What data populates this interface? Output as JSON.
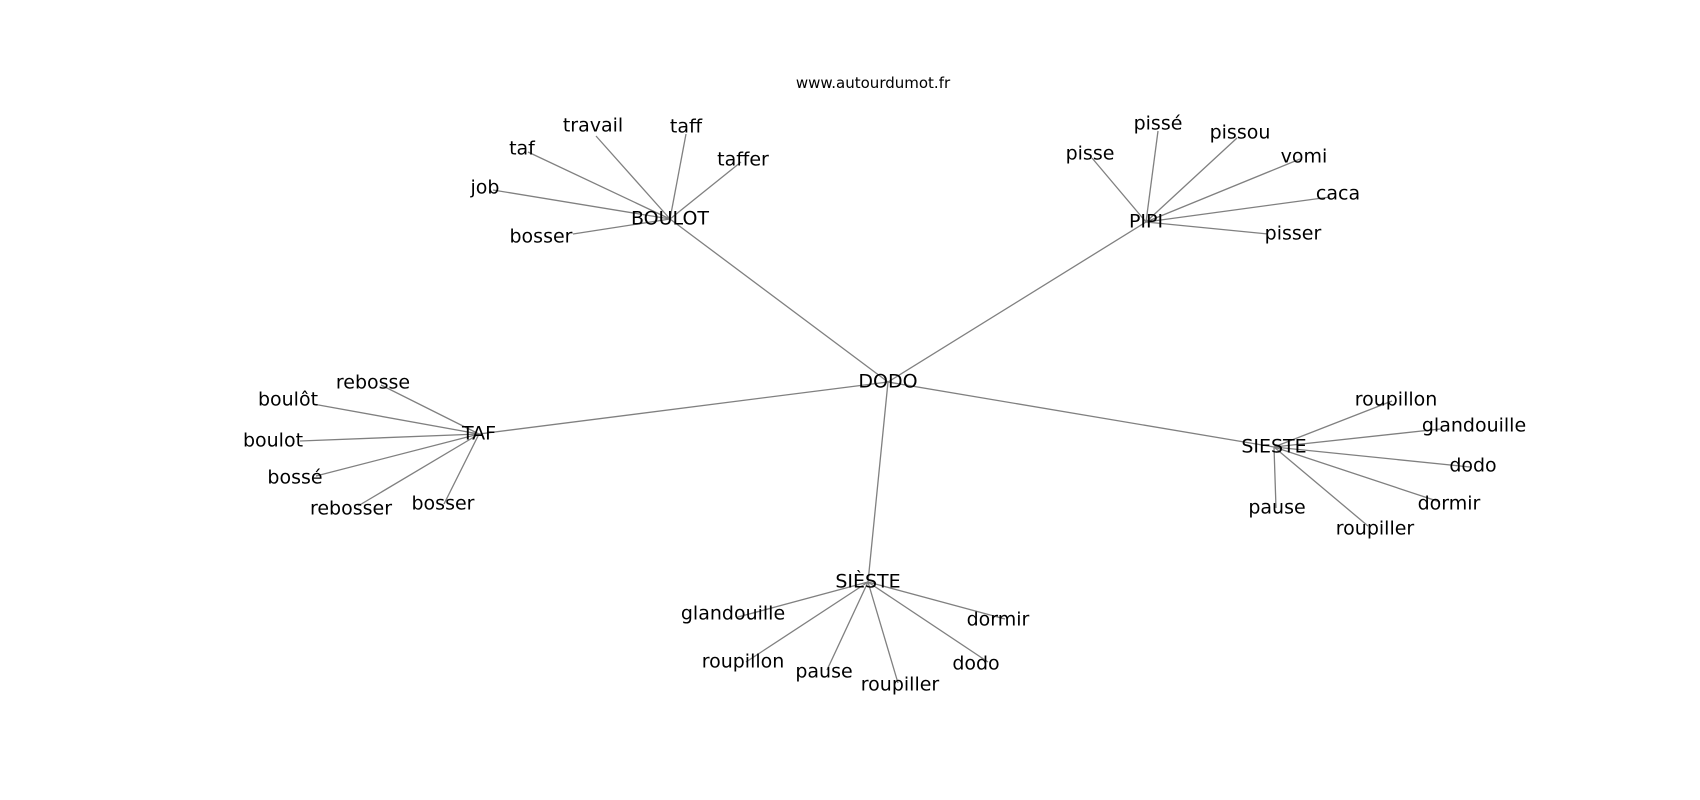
{
  "site_label": "www.autourdumot.fr",
  "colors": {
    "edge": "#808080",
    "text": "#000000",
    "background": "#ffffff"
  },
  "graph": {
    "root": "DODO",
    "clusters": [
      {
        "hub": "BOULOT",
        "leaves": [
          "travail",
          "taff",
          "taf",
          "taffer",
          "job",
          "bosser"
        ]
      },
      {
        "hub": "PIPI",
        "leaves": [
          "pissé",
          "pissou",
          "pisse",
          "vomi",
          "caca",
          "pisser"
        ]
      },
      {
        "hub": "TAF",
        "leaves": [
          "rebosse",
          "boulôt",
          "boulot",
          "bossé",
          "rebosser",
          "bosser"
        ]
      },
      {
        "hub": "SIESTE",
        "leaves": [
          "roupillon",
          "glandouille",
          "dodo",
          "dormir",
          "pause",
          "roupiller"
        ]
      },
      {
        "hub": "SIÈSTE",
        "leaves": [
          "glandouille",
          "dormir",
          "roupillon",
          "dodo",
          "pause",
          "roupiller"
        ]
      }
    ]
  }
}
